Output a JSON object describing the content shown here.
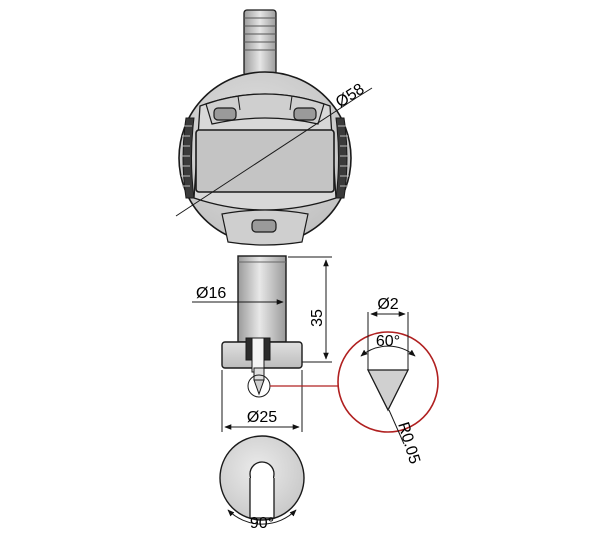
{
  "drawing": {
    "labels": {
      "body_diameter": "Ø58",
      "stem_diameter": "Ø16",
      "stem_length": "35",
      "base_diameter": "Ø25",
      "tip_diameter": "Ø2",
      "tip_angle": "60°",
      "tip_radius": "R0.05",
      "bottom_angle": "90°"
    },
    "colors": {
      "outline": "#1a1a1a",
      "body_fill": "#d6d6d6",
      "display_fill": "#c8c8c8",
      "detail_circle": "#b02020",
      "bracket_dark": "#2a2a2a"
    }
  }
}
